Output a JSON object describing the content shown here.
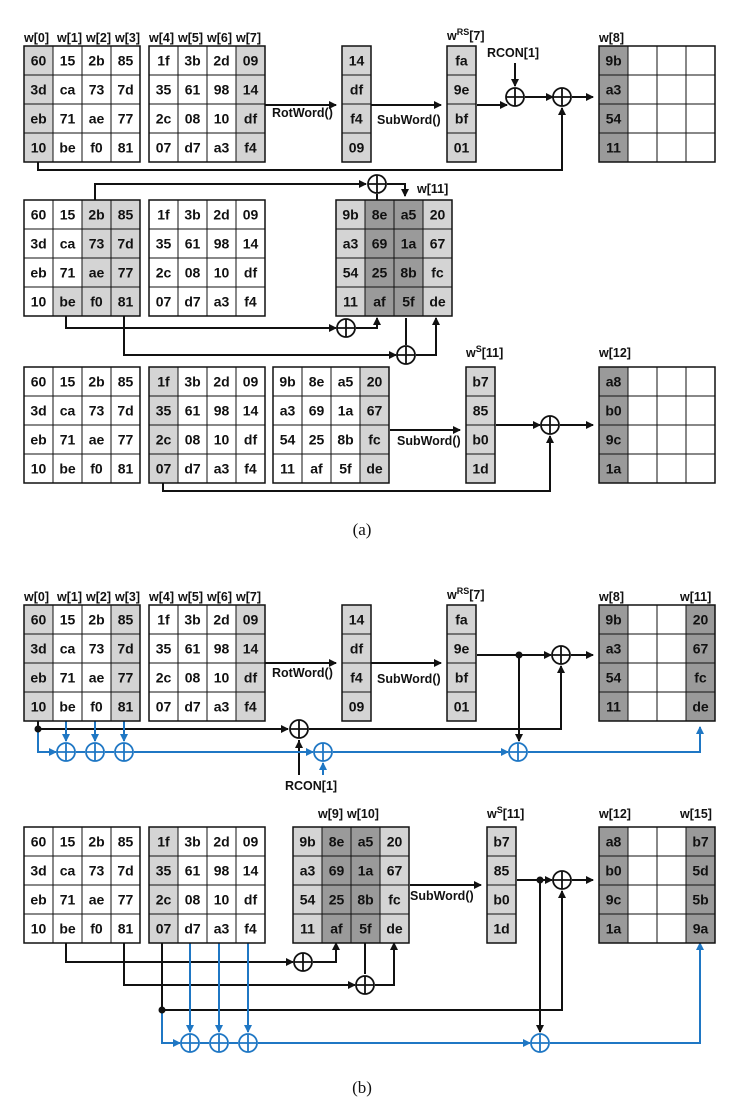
{
  "colors": {
    "white": "#ffffff",
    "light": "#d4d4d4",
    "dark": "#9a9a9a",
    "black": "#111111",
    "blue": "#1f77c4"
  },
  "caption_a": "(a)",
  "caption_b": "(b)",
  "a": {
    "labels": {
      "w0": "w[0]",
      "w1": "w[1]",
      "w2": "w[2]",
      "w3": "w[3]",
      "w4": "w[4]",
      "w5": "w[5]",
      "w6": "w[6]",
      "w7": "w[7]",
      "wrs7": "w",
      "wrs7_sup": "RS",
      "wrs7_idx": "[7]",
      "w8": "w[8]",
      "rcon": "RCON[1]",
      "w11": "w[11]",
      "ws11": "w",
      "ws11_sup": "S",
      "ws11_idx": "[11]",
      "w12": "w[12]",
      "rotword": "RotWord()",
      "subword1": "SubWord()",
      "subword2": "SubWord()"
    },
    "key0": [
      [
        "60",
        "15",
        "2b",
        "85"
      ],
      [
        "3d",
        "ca",
        "73",
        "7d"
      ],
      [
        "eb",
        "71",
        "ae",
        "77"
      ],
      [
        "10",
        "be",
        "f0",
        "81"
      ]
    ],
    "key1": [
      [
        "1f",
        "3b",
        "2d",
        "09"
      ],
      [
        "35",
        "61",
        "98",
        "14"
      ],
      [
        "2c",
        "08",
        "10",
        "df"
      ],
      [
        "07",
        "d7",
        "a3",
        "f4"
      ]
    ],
    "rot": [
      "14",
      "df",
      "f4",
      "09"
    ],
    "rs": [
      "fa",
      "9e",
      "bf",
      "01"
    ],
    "w8": [
      "9b",
      "a3",
      "54",
      "11"
    ],
    "w8_11": [
      [
        "9b",
        "8e",
        "a5",
        "20"
      ],
      [
        "a3",
        "69",
        "1a",
        "67"
      ],
      [
        "54",
        "25",
        "8b",
        "fc"
      ],
      [
        "11",
        "af",
        "5f",
        "de"
      ]
    ],
    "s11": [
      "b7",
      "85",
      "b0",
      "1d"
    ],
    "w12": [
      "a8",
      "b0",
      "9c",
      "1a"
    ]
  },
  "b": {
    "labels": {
      "w0": "w[0]",
      "w1": "w[1]",
      "w2": "w[2]",
      "w3": "w[3]",
      "w4": "w[4]",
      "w5": "w[5]",
      "w6": "w[6]",
      "w7": "w[7]",
      "wrs7": "w",
      "wrs7_sup": "RS",
      "wrs7_idx": "[7]",
      "w8": "w[8]",
      "w11": "w[11]",
      "rcon": "RCON[1]",
      "w9": "w[9]",
      "w10": "w[10]",
      "ws11": "w",
      "ws11_sup": "S",
      "ws11_idx": "[11]",
      "w12": "w[12]",
      "w15": "w[15]",
      "rotword": "RotWord()",
      "subword1": "SubWord()",
      "subword2": "SubWord()"
    },
    "key0": [
      [
        "60",
        "15",
        "2b",
        "85"
      ],
      [
        "3d",
        "ca",
        "73",
        "7d"
      ],
      [
        "eb",
        "71",
        "ae",
        "77"
      ],
      [
        "10",
        "be",
        "f0",
        "81"
      ]
    ],
    "key1": [
      [
        "1f",
        "3b",
        "2d",
        "09"
      ],
      [
        "35",
        "61",
        "98",
        "14"
      ],
      [
        "2c",
        "08",
        "10",
        "df"
      ],
      [
        "07",
        "d7",
        "a3",
        "f4"
      ]
    ],
    "rot": [
      "14",
      "df",
      "f4",
      "09"
    ],
    "rs": [
      "fa",
      "9e",
      "bf",
      "01"
    ],
    "w8": [
      "9b",
      "a3",
      "54",
      "11"
    ],
    "w11": [
      "20",
      "67",
      "fc",
      "de"
    ],
    "w8_11": [
      [
        "9b",
        "8e",
        "a5",
        "20"
      ],
      [
        "a3",
        "69",
        "1a",
        "67"
      ],
      [
        "54",
        "25",
        "8b",
        "fc"
      ],
      [
        "11",
        "af",
        "5f",
        "de"
      ]
    ],
    "s11": [
      "b7",
      "85",
      "b0",
      "1d"
    ],
    "w12": [
      "a8",
      "b0",
      "9c",
      "1a"
    ],
    "w15": [
      "b7",
      "5d",
      "5b",
      "9a"
    ]
  }
}
